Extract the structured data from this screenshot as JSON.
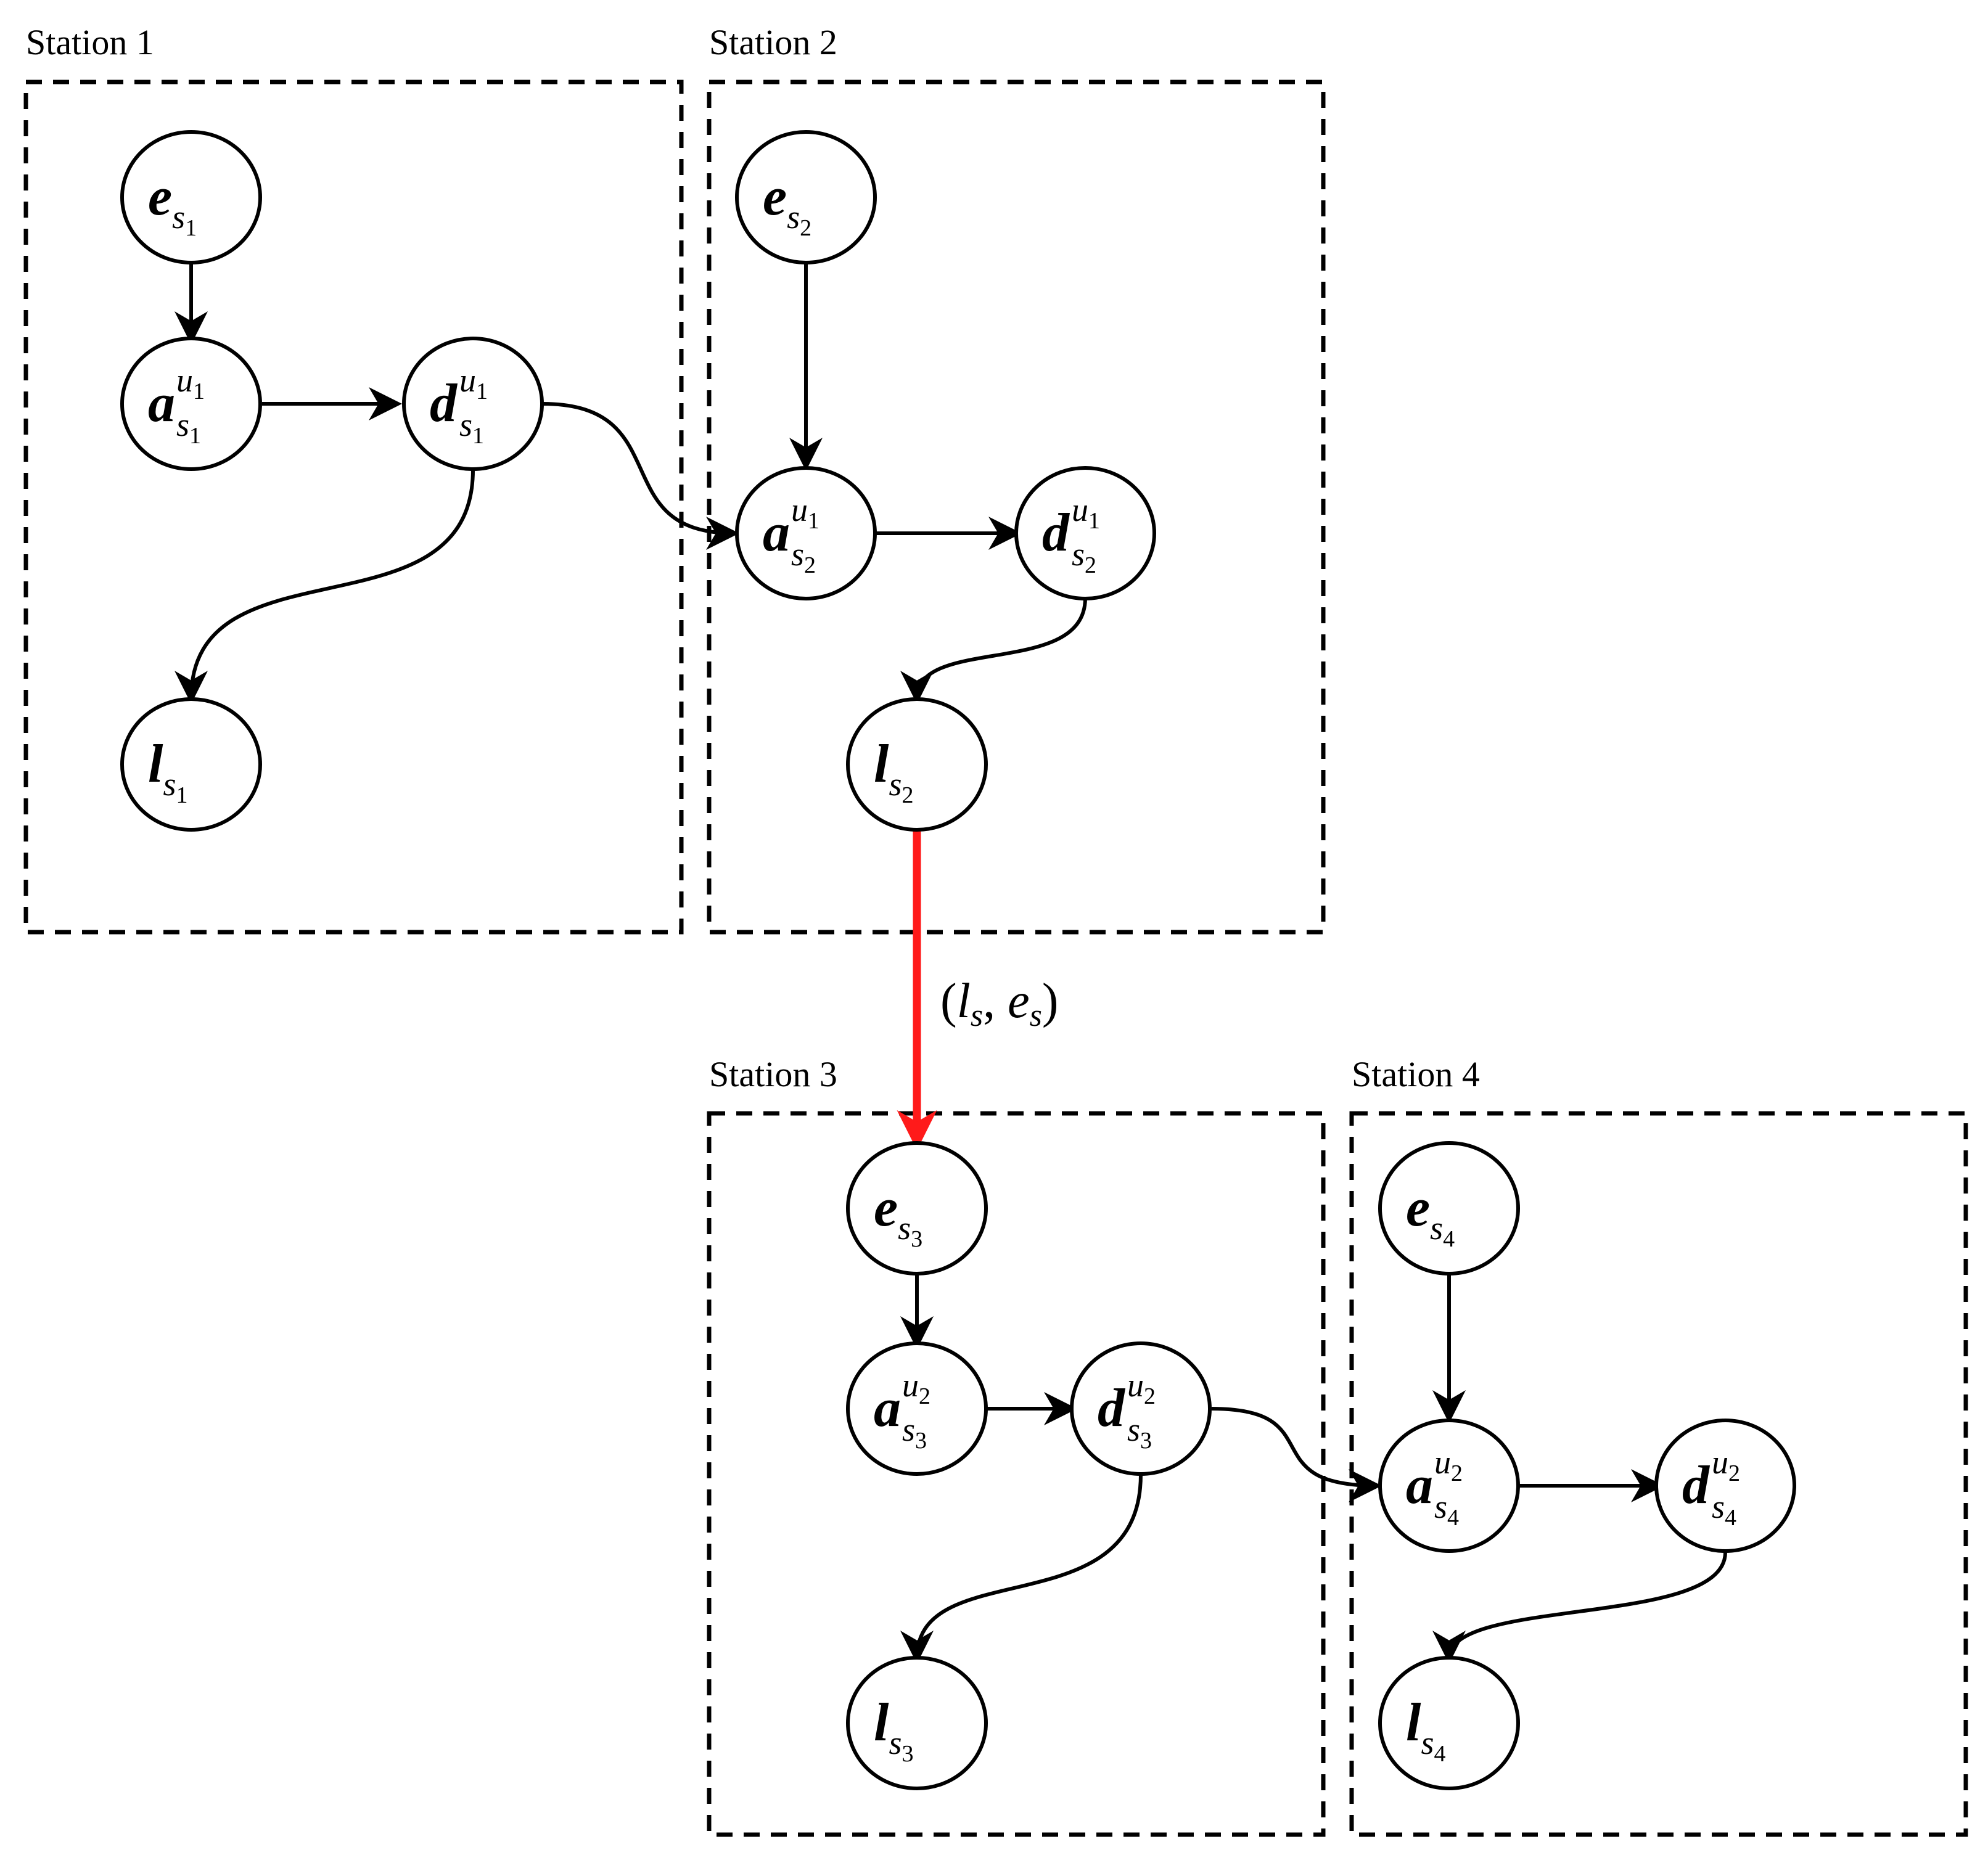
{
  "stations": [
    {
      "id": "s1",
      "title": "Station 1"
    },
    {
      "id": "s2",
      "title": "Station 2"
    },
    {
      "id": "s3",
      "title": "Station 3"
    },
    {
      "id": "s4",
      "title": "Station 4"
    }
  ],
  "nodes": {
    "e_s1": {
      "sym": "e",
      "sub": "s",
      "subidx": "1",
      "sup": "",
      "supidx": ""
    },
    "a_s1": {
      "sym": "a",
      "sub": "s",
      "subidx": "1",
      "sup": "u",
      "supidx": "1"
    },
    "d_s1": {
      "sym": "d",
      "sub": "s",
      "subidx": "1",
      "sup": "u",
      "supidx": "1"
    },
    "l_s1": {
      "sym": "l",
      "sub": "s",
      "subidx": "1",
      "sup": "",
      "supidx": ""
    },
    "e_s2": {
      "sym": "e",
      "sub": "s",
      "subidx": "2",
      "sup": "",
      "supidx": ""
    },
    "a_s2": {
      "sym": "a",
      "sub": "s",
      "subidx": "2",
      "sup": "u",
      "supidx": "1"
    },
    "d_s2": {
      "sym": "d",
      "sub": "s",
      "subidx": "2",
      "sup": "u",
      "supidx": "1"
    },
    "l_s2": {
      "sym": "l",
      "sub": "s",
      "subidx": "2",
      "sup": "",
      "supidx": ""
    },
    "e_s3": {
      "sym": "e",
      "sub": "s",
      "subidx": "3",
      "sup": "",
      "supidx": ""
    },
    "a_s3": {
      "sym": "a",
      "sub": "s",
      "subidx": "3",
      "sup": "u",
      "supidx": "2"
    },
    "d_s3": {
      "sym": "d",
      "sub": "s",
      "subidx": "3",
      "sup": "u",
      "supidx": "2"
    },
    "l_s3": {
      "sym": "l",
      "sub": "s",
      "subidx": "3",
      "sup": "",
      "supidx": ""
    },
    "e_s4": {
      "sym": "e",
      "sub": "s",
      "subidx": "4",
      "sup": "",
      "supidx": ""
    },
    "a_s4": {
      "sym": "a",
      "sub": "s",
      "subidx": "4",
      "sup": "u",
      "supidx": "2"
    },
    "d_s4": {
      "sym": "d",
      "sub": "s",
      "subidx": "4",
      "sup": "u",
      "supidx": "2"
    },
    "l_s4": {
      "sym": "l",
      "sub": "s",
      "subidx": "4",
      "sup": "",
      "supidx": ""
    }
  },
  "transfer_edge": {
    "open": "(",
    "l": "l",
    "l_sub": "s",
    "comma": ", ",
    "e": "e",
    "e_sub": "s",
    "close": ")",
    "color": "#ff1a1a"
  }
}
